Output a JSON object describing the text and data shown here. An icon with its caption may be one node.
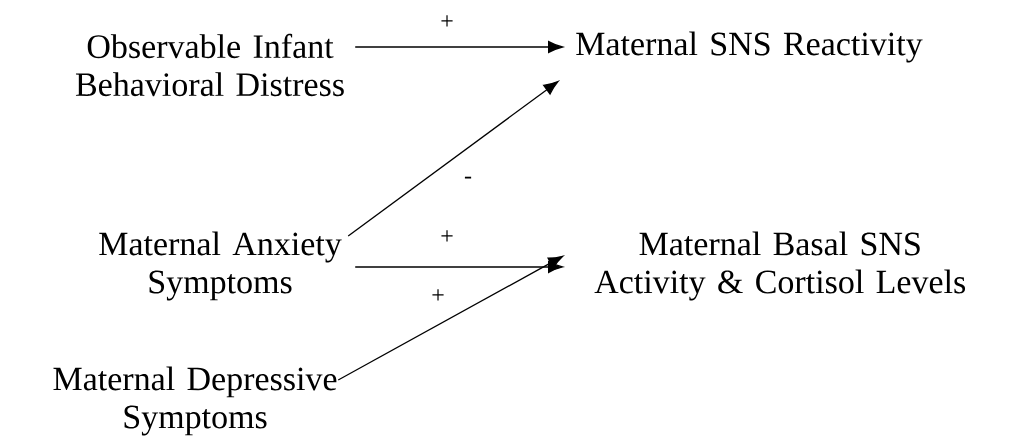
{
  "diagram": {
    "nodes": [
      {
        "text": [
          "Observable Infant Behavioral Distress"
        ]
      },
      {
        "text": [
          "Maternal Anxiety Symptoms"
        ]
      },
      {
        "text": [
          "Maternal Depressive Symptoms"
        ]
      },
      {
        "text": [
          "Maternal SNS Reactivity"
        ]
      },
      {
        "text": [
          "Maternal Basal SNS Activity & Cortisol Levels"
        ]
      }
    ],
    "edges": [
      {
        "from": 0,
        "to": 3,
        "arrow": "to",
        "label": "+"
      },
      {
        "from": 1,
        "to": 3,
        "arrow": "to",
        "label": "-"
      },
      {
        "from": 1,
        "to": 4,
        "arrow": "to",
        "label": "+"
      },
      {
        "from": 2,
        "to": 4,
        "arrow": "to",
        "label": "+"
      }
    ]
  }
}
